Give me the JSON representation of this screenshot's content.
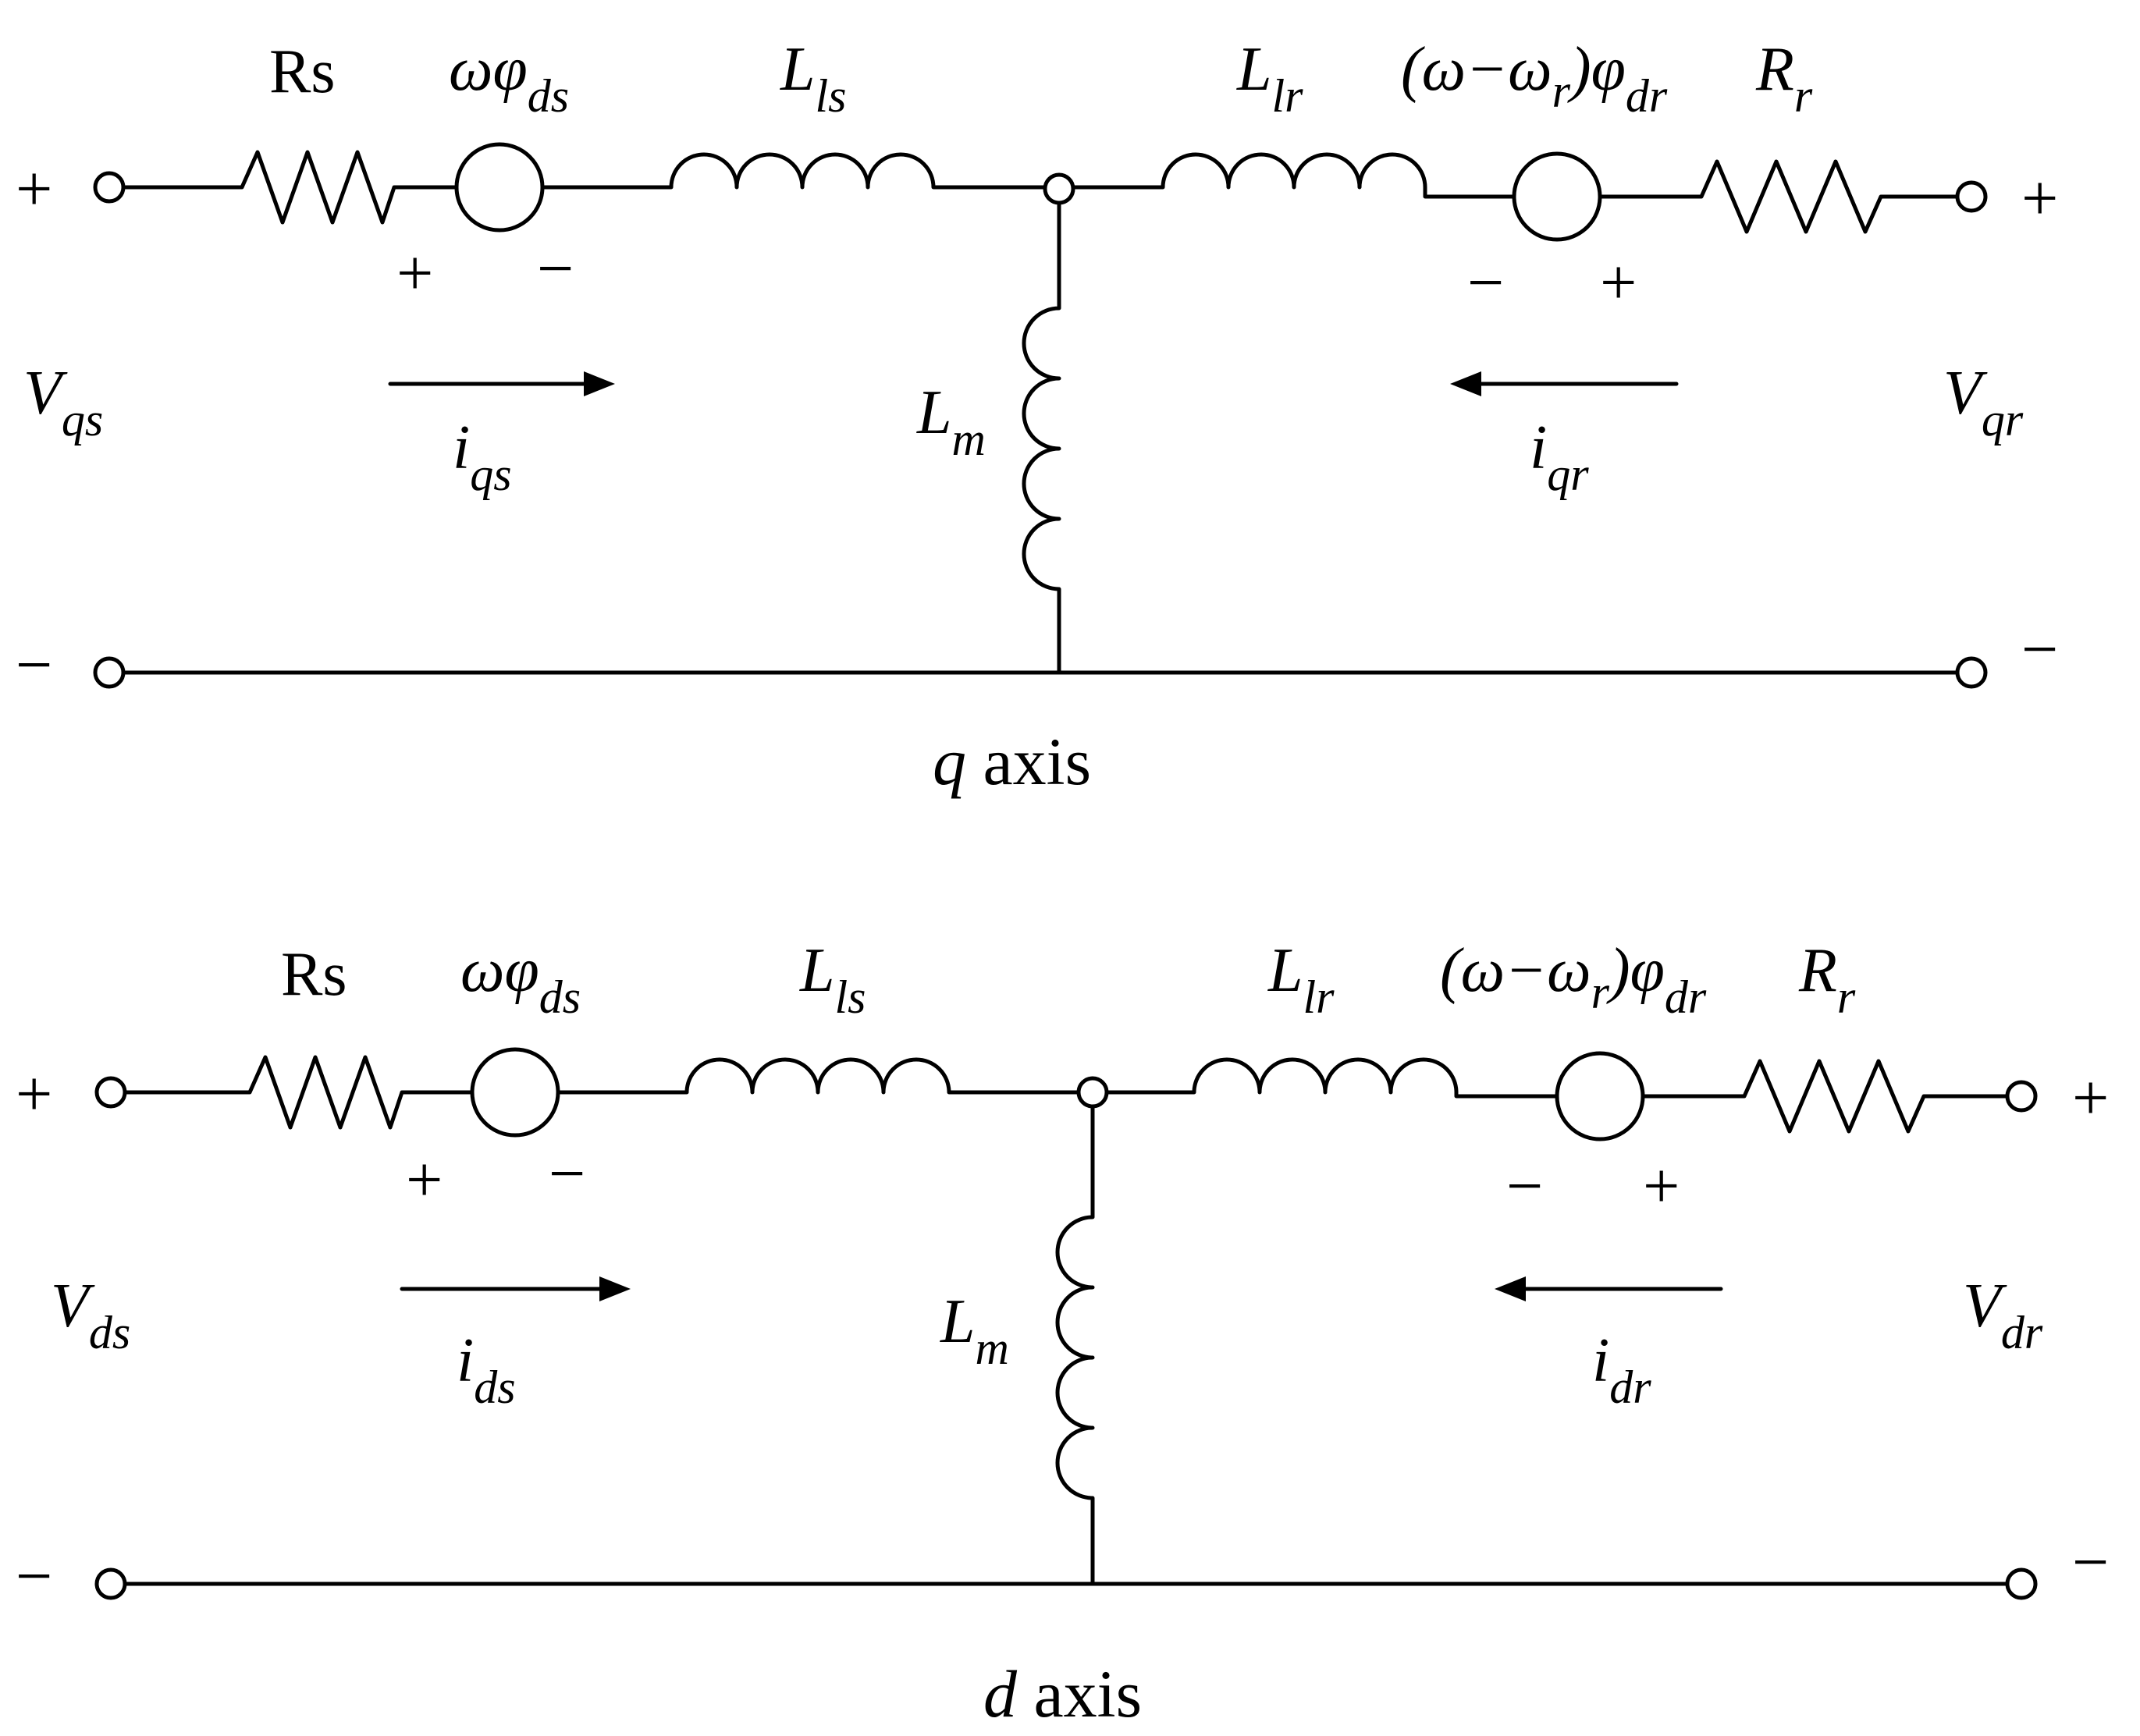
{
  "q_circuit": {
    "Rs": "Rs",
    "stator_emf": {
      "main": "ωφ",
      "sub": "ds"
    },
    "Lls": {
      "main": "L",
      "sub": "ls"
    },
    "Llr": {
      "main": "L",
      "sub": "lr"
    },
    "rotor_emf": {
      "paren": "(ω−ω",
      "r": "r",
      "close": ")",
      "phi": "φ",
      "sub": "dr"
    },
    "Rr": {
      "main": "R",
      "sub": "r"
    },
    "Lm": {
      "main": "L",
      "sub": "m"
    },
    "V_left": {
      "main": "V",
      "sub": "qs"
    },
    "V_right": {
      "main": "V",
      "sub": "qr"
    },
    "i_left": {
      "main": "i",
      "sub": "qs"
    },
    "i_right": {
      "main": "i",
      "sub": "qr"
    },
    "plus": "+",
    "minus": "−",
    "caption": {
      "var": "q",
      "word": " axis"
    }
  },
  "d_circuit": {
    "Rs": "Rs",
    "stator_emf": {
      "main": "ωφ",
      "sub": "ds"
    },
    "Lls": {
      "main": "L",
      "sub": "ls"
    },
    "Llr": {
      "main": "L",
      "sub": "lr"
    },
    "rotor_emf": {
      "paren": "(ω−ω",
      "r": "r",
      "close": ")",
      "phi": "φ",
      "sub": "dr"
    },
    "Rr": {
      "main": "R",
      "sub": "r"
    },
    "Lm": {
      "main": "L",
      "sub": "m"
    },
    "V_left": {
      "main": "V",
      "sub": "ds"
    },
    "V_right": {
      "main": "V",
      "sub": "dr"
    },
    "i_left": {
      "main": "i",
      "sub": "ds"
    },
    "i_right": {
      "main": "i",
      "sub": "dr"
    },
    "plus": "+",
    "minus": "−",
    "caption": {
      "var": "d",
      "word": " axis"
    }
  }
}
